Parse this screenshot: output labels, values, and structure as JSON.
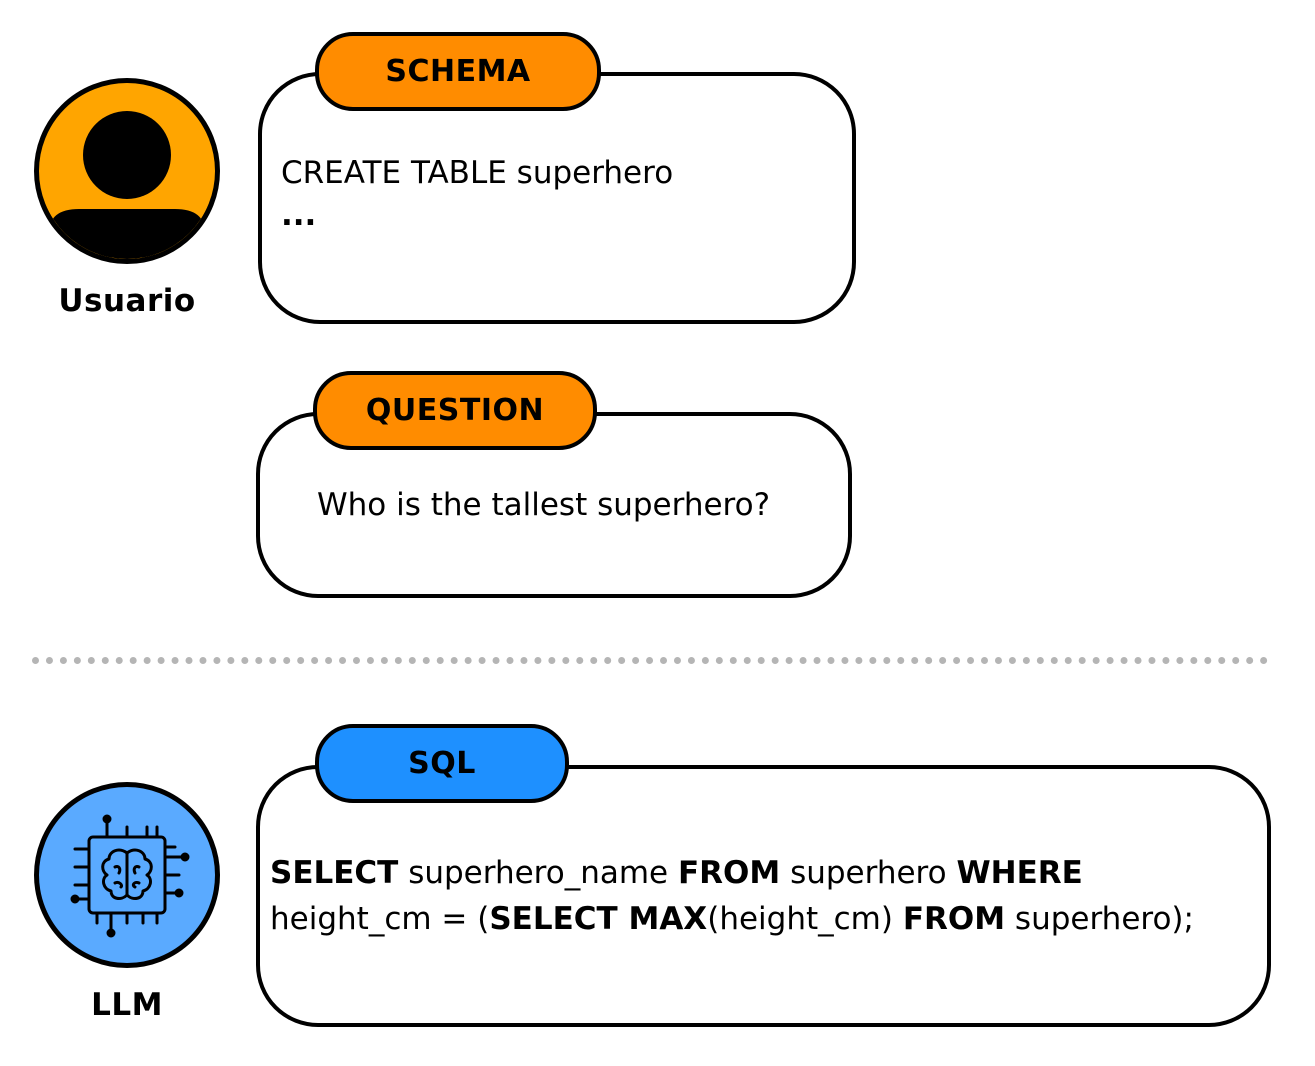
{
  "colors": {
    "user_avatar": "#ffa500",
    "schema_tag": "#ff8c00",
    "sql_tag": "#1e90ff",
    "llm_avatar": "#5aaaff",
    "divider": "#b5b5b5"
  },
  "user": {
    "label": "Usuario",
    "icon": "user-icon"
  },
  "llm": {
    "label": "LLM",
    "icon": "brain-chip-icon"
  },
  "schema": {
    "tag": "SCHEMA",
    "line1": "CREATE TABLE superhero",
    "line2": "..."
  },
  "question": {
    "tag": "QUESTION",
    "text": "Who is the tallest superhero?"
  },
  "sql": {
    "tag": "SQL",
    "line1": [
      {
        "t": "SELECT",
        "kw": true
      },
      {
        "t": " superhero_name ",
        "kw": false
      },
      {
        "t": "FROM",
        "kw": true
      },
      {
        "t": " superhero ",
        "kw": false
      },
      {
        "t": "WHERE",
        "kw": true
      }
    ],
    "line2": [
      {
        "t": "height_cm = (",
        "kw": false
      },
      {
        "t": "SELECT MAX",
        "kw": true
      },
      {
        "t": "(height_cm) ",
        "kw": false
      },
      {
        "t": "FROM",
        "kw": true
      },
      {
        "t": " superhero);",
        "kw": false
      }
    ]
  }
}
